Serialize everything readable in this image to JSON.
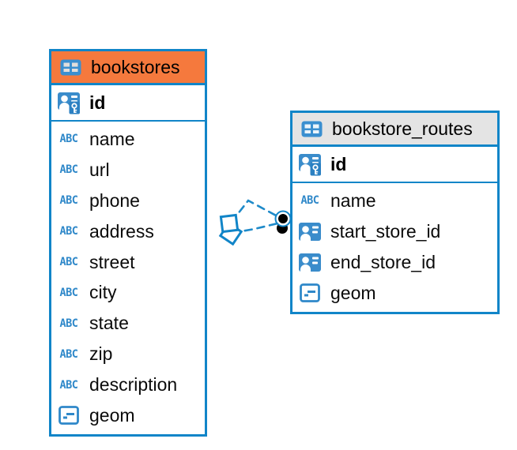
{
  "diagram": {
    "accent_color": "#1185c8",
    "background_color": "#ffffff",
    "icon_labels": {
      "text_icon": "ABC"
    },
    "tables": [
      {
        "name": "bookstores",
        "header_color": "#f5793d",
        "primary_key": {
          "name": "id",
          "icon": "primary-key-icon"
        },
        "columns": [
          {
            "name": "name",
            "icon": "text-icon"
          },
          {
            "name": "url",
            "icon": "text-icon"
          },
          {
            "name": "phone",
            "icon": "text-icon"
          },
          {
            "name": "address",
            "icon": "text-icon"
          },
          {
            "name": "street",
            "icon": "text-icon"
          },
          {
            "name": "city",
            "icon": "text-icon"
          },
          {
            "name": "state",
            "icon": "text-icon"
          },
          {
            "name": "zip",
            "icon": "text-icon"
          },
          {
            "name": "description",
            "icon": "text-icon"
          },
          {
            "name": "geom",
            "icon": "geometry-icon"
          }
        ]
      },
      {
        "name": "bookstore_routes",
        "header_color": "#e4e4e4",
        "primary_key": {
          "name": "id",
          "icon": "primary-key-icon"
        },
        "columns": [
          {
            "name": "name",
            "icon": "text-icon"
          },
          {
            "name": "start_store_id",
            "icon": "reference-icon"
          },
          {
            "name": "end_store_id",
            "icon": "reference-icon"
          },
          {
            "name": "geom",
            "icon": "geometry-icon"
          }
        ]
      }
    ],
    "relationships": [
      {
        "from_table": "bookstore_routes",
        "to_table": "bookstores",
        "line_style": "dashed",
        "source_marker": "filled-dot",
        "target_marker": "open-diamond"
      },
      {
        "from_table": "bookstore_routes",
        "to_table": "bookstores",
        "line_style": "dashed",
        "source_marker": "filled-dot",
        "target_marker": "open-diamond"
      }
    ]
  }
}
